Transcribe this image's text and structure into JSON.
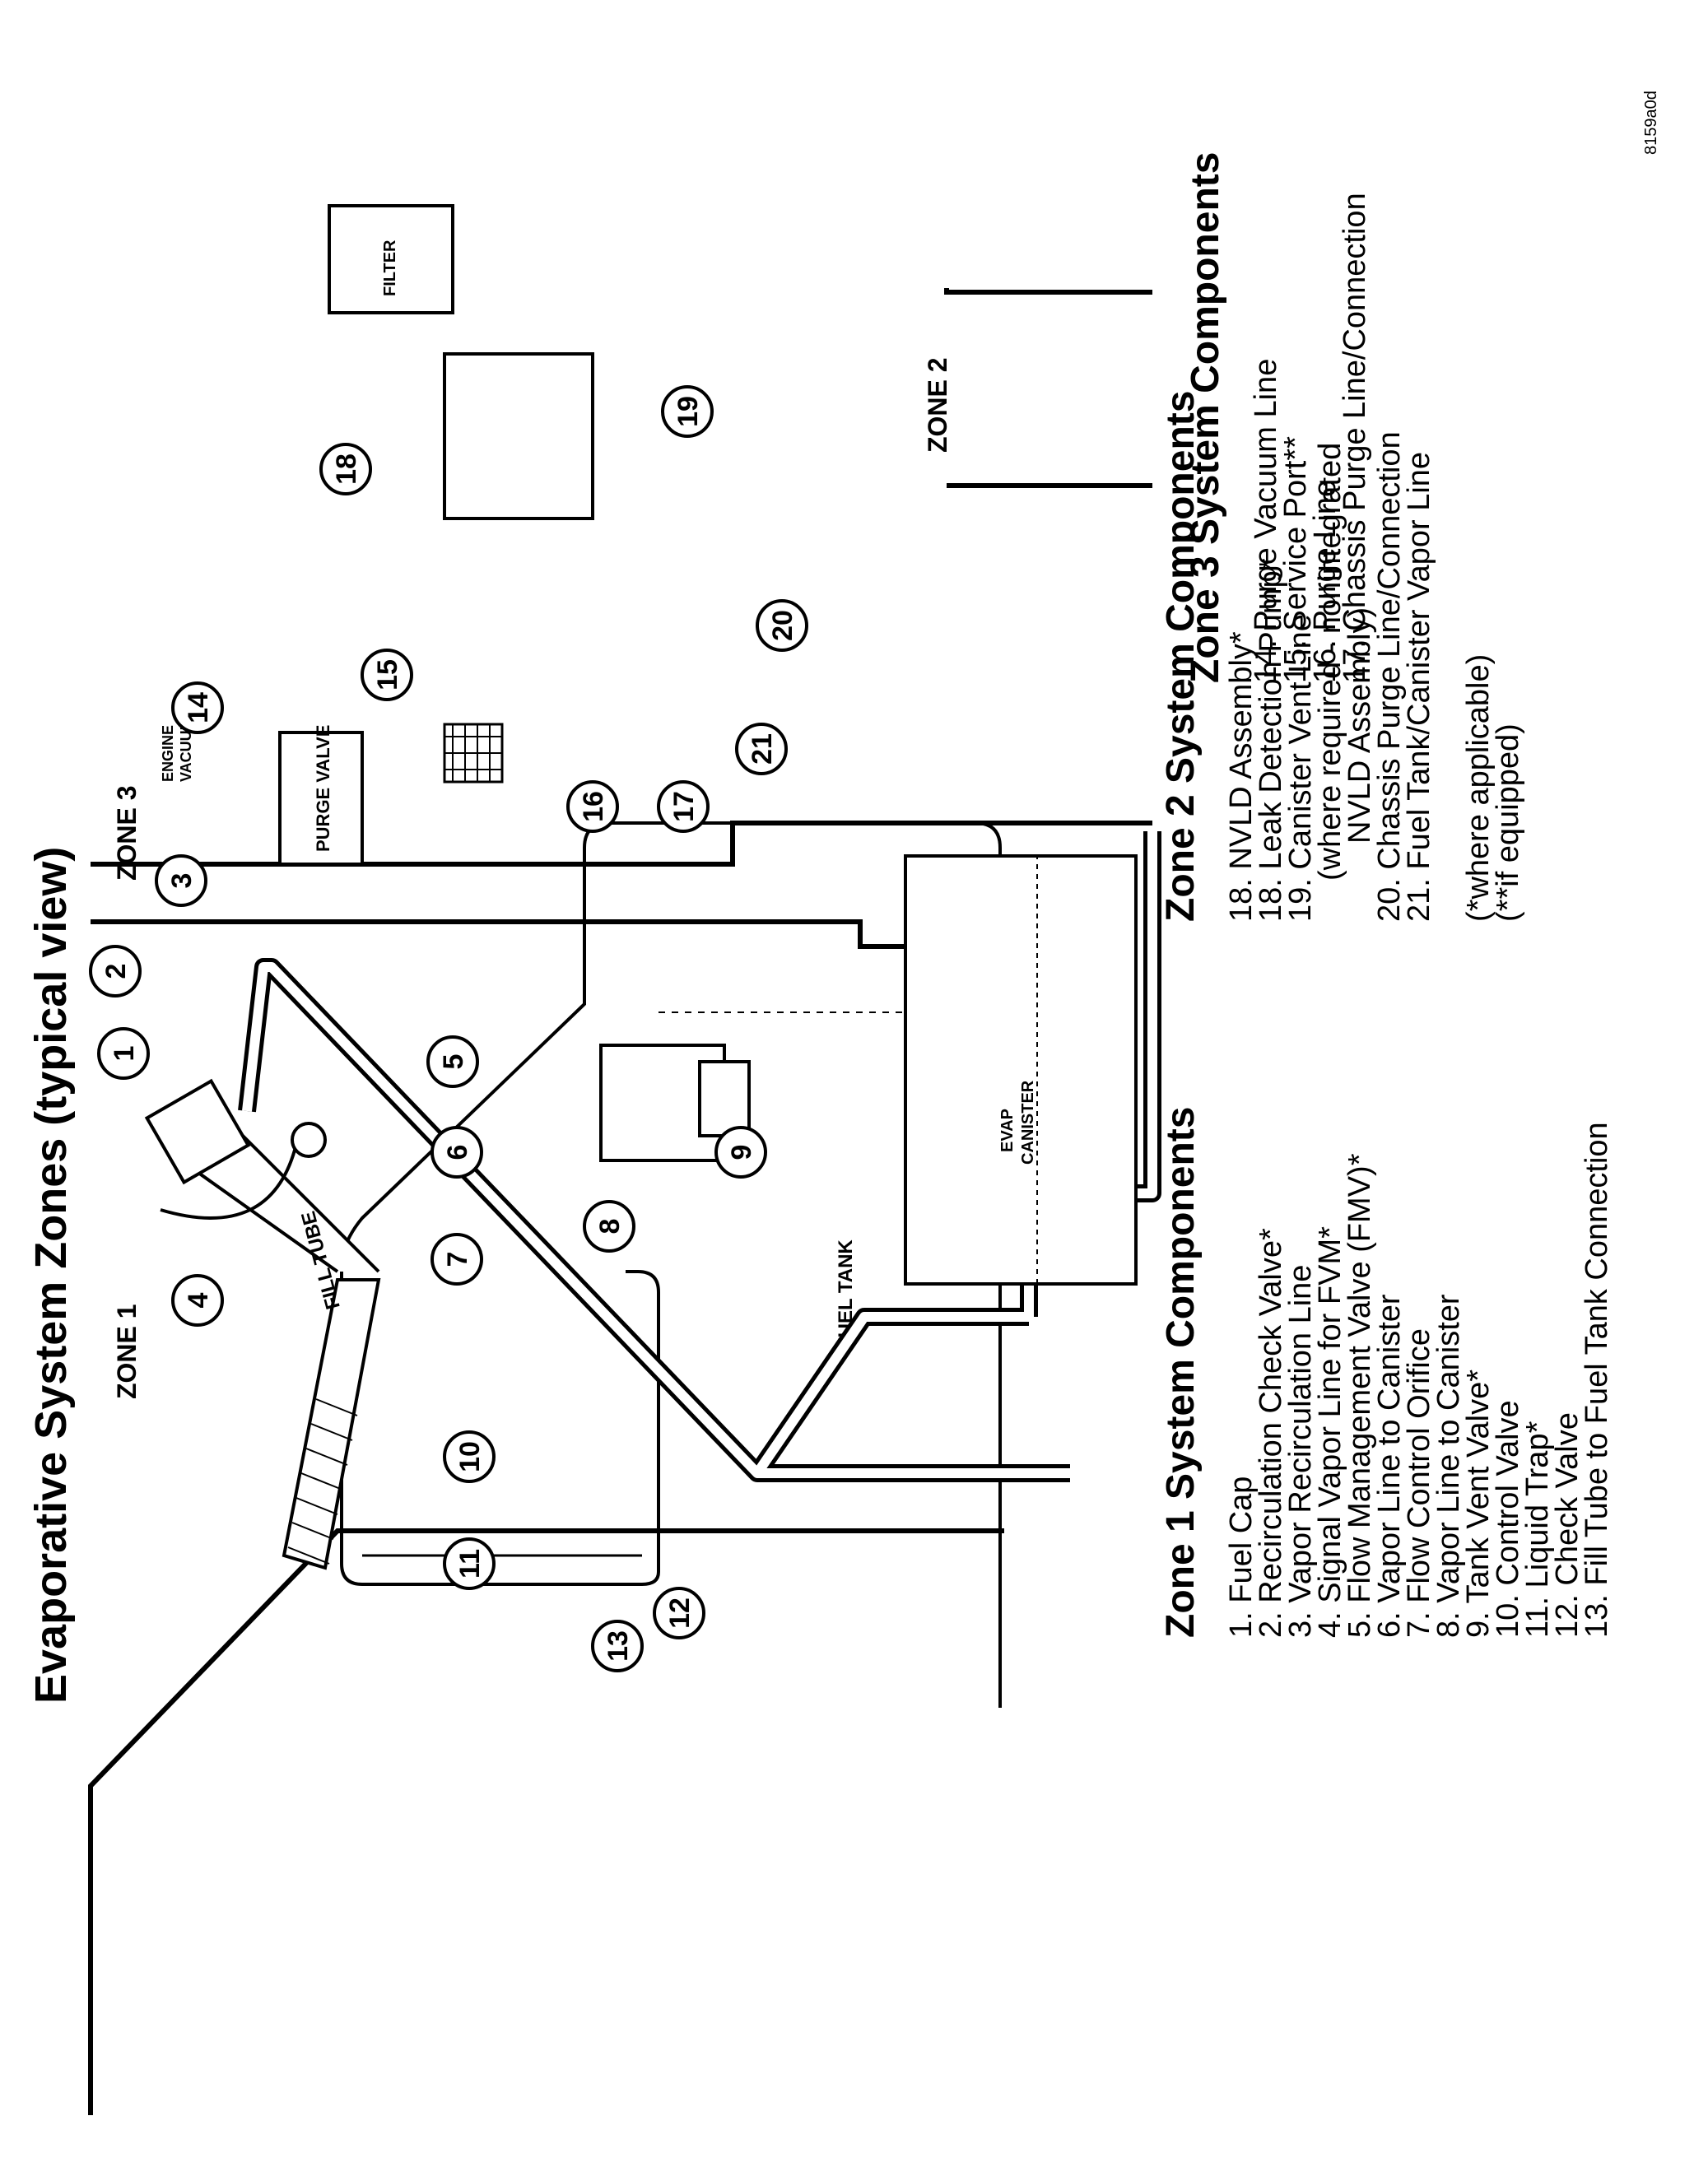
{
  "title": "Evaporative System Zones (typical view)",
  "figure_code": "8159a0d",
  "zones": {
    "zone1": "ZONE 1",
    "zone2": "ZONE 2",
    "zone3": "ZONE 3"
  },
  "diagram_labels": {
    "fill_tube": "FILL TUBE",
    "fuel_tank": "FUEL TANK",
    "purge_valve": "PURGE VALVE",
    "engine_vacuum_1": "ENGINE",
    "engine_vacuum_2": "VACUUM",
    "evap_canister_1": "EVAP",
    "evap_canister_2": "CANISTER",
    "filter": "FILTER"
  },
  "callouts": [
    "1",
    "2",
    "3",
    "4",
    "5",
    "6",
    "7",
    "8",
    "9",
    "10",
    "11",
    "12",
    "13",
    "14",
    "15",
    "16",
    "17",
    "18",
    "19",
    "20",
    "21"
  ],
  "zone1_list": {
    "heading": "Zone 1 System Components",
    "items": [
      "1. Fuel Cap",
      "2. Recirculation Check Valve*",
      "3. Vapor Recirculation Line",
      "4. Signal Vapor Line for FVM*",
      "5. Flow Management Valve (FMV)*",
      "6. Vapor Line to Canister",
      "7. Flow Control Orifice",
      "8. Vapor Line to Canister",
      "9. Tank Vent Valve*",
      "10. Control Valve",
      "11. Liquid Trap*",
      "12. Check Valve",
      "13. Fill Tube to Fuel Tank Connection"
    ]
  },
  "zone2_list": {
    "heading": "Zone 2 System Components",
    "items": [
      "18. NVLD Assembly*",
      "18. Leak Detection Pump*",
      "19. Canister Vent Line",
      "(where required - nonintegrated",
      "NVLD Assembly)",
      "20. Chassis Purge Line/Connection",
      "21. Fuel Tank/Canister Vapor Line"
    ],
    "notes": [
      "(*where applicable)",
      "(**if equipped)"
    ]
  },
  "zone3_list": {
    "heading": "Zone 3 System Components",
    "items": [
      "14. Purge Vacuum Line",
      "15. Service Port**",
      "16. Purge Line",
      "17. Chassis Purge Line/Connection"
    ]
  }
}
